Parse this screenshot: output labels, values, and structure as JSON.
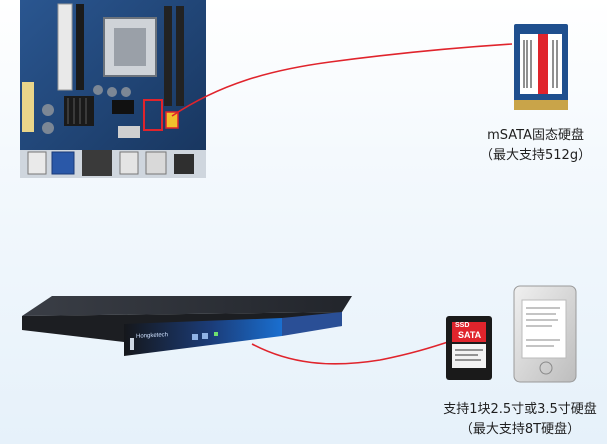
{
  "msata": {
    "title": "mSATA固态硬盘",
    "subtitle": "（最大支持512g）"
  },
  "disk": {
    "title": "支持1块2.5寸或3.5寸硬盘",
    "subtitle": "（最大支持8T硬盘）"
  },
  "chassis": {
    "brand": "Hongketech"
  },
  "ssd": {
    "badge": "SSD",
    "label": "SATA"
  },
  "colors": {
    "cable": "#e0242c",
    "board": "#1c3f6e",
    "chassis": "#2a2d33",
    "accent_blue": "#1a6fd0"
  }
}
